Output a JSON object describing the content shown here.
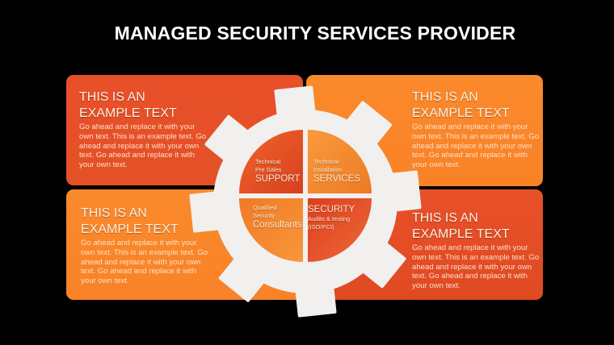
{
  "title": "MANAGED SECURITY SERVICES PROVIDER",
  "colors": {
    "background": "#000000",
    "red_orange": "#e5502a",
    "orange": "#fa8a2c",
    "gear": "#f2f1f0"
  },
  "cards": [
    {
      "heading_1": "THIS IS AN",
      "heading_2": "EXAMPLE TEXT",
      "body": "Go ahead and replace it with your own text. This is an example text. Go ahead and replace it with your own text. Go ahead and replace it with your own text."
    },
    {
      "heading_1": "THIS IS AN",
      "heading_2": "EXAMPLE TEXT",
      "body": "Go ahead and replace it with your own text. This is an example text. Go ahead and replace it with your own text. Go ahead and replace it with your own text."
    },
    {
      "heading_1": "THIS IS AN",
      "heading_2": "EXAMPLE TEXT",
      "body": "Go ahead and replace it with your own text. This is an example text. Go ahead and replace it with your own text. Go ahead and replace it with your own text."
    },
    {
      "heading_1": "THIS IS AN",
      "heading_2": "EXAMPLE TEXT",
      "body": "Go ahead and replace it with your own text. This is an example text. Go ahead and replace it with your own text. Go ahead and replace it with your own text."
    }
  ],
  "gear": {
    "quadrants": [
      {
        "line1": "Technical",
        "line2": "Pre Sales",
        "label": "SUPPORT"
      },
      {
        "line1": "Technical",
        "line2": "Installation",
        "label": "SERVICES"
      },
      {
        "line1": "Qualified",
        "line2": "Security",
        "label": "Consultants"
      },
      {
        "label": "SECURITY",
        "line1": "Audits & testing",
        "line2": "(ISO/PCI)"
      }
    ]
  }
}
